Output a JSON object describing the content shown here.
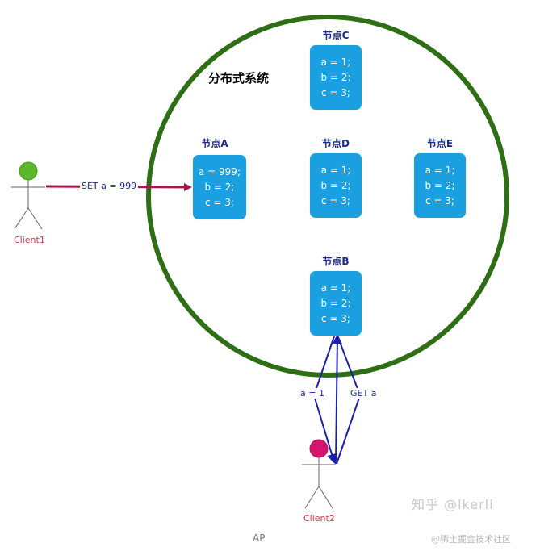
{
  "system_title": "分布式系统",
  "nodes": {
    "C": {
      "title": "节点C",
      "lines": [
        "a = 1;",
        "b = 2;",
        "c = 3;"
      ]
    },
    "A": {
      "title": "节点A",
      "lines": [
        "a = 999;",
        "b = 2;",
        "c = 3;"
      ]
    },
    "D": {
      "title": "节点D",
      "lines": [
        "a = 1;",
        "b = 2;",
        "c = 3;"
      ]
    },
    "E": {
      "title": "节点E",
      "lines": [
        "a = 1;",
        "b = 2;",
        "c = 3;"
      ]
    },
    "B": {
      "title": "节点B",
      "lines": [
        "a = 1;",
        "b = 2;",
        "c = 3;"
      ]
    }
  },
  "clients": {
    "client1": {
      "label": "Client1",
      "color": "#5cb82a"
    },
    "client2": {
      "label": "Client2",
      "color": "#d6136f"
    }
  },
  "edges": {
    "set": "SET a = 999",
    "get": "GET a",
    "reply": "a = 1"
  },
  "colors": {
    "circle": "#2e6f16",
    "node_fill": "#1a9fe0",
    "set_arrow": "#a3174f",
    "get_arrow": "#1a1fb0"
  },
  "watermarks": {
    "zhihu": "知乎 @lkerli",
    "juejin": "@稀土掘金技术社区"
  },
  "footer": "AP"
}
